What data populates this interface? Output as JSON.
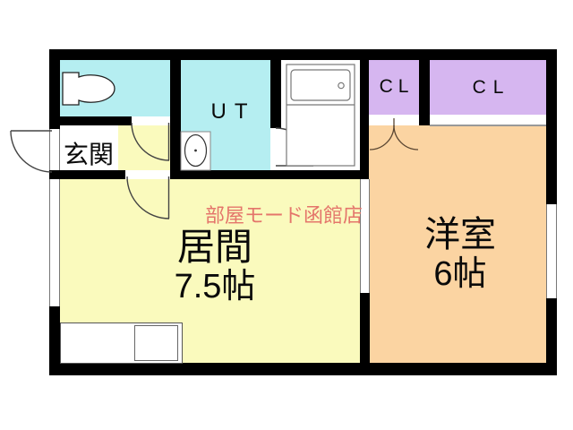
{
  "watermark": {
    "text": "部屋モード函館店"
  },
  "rooms": {
    "entrance": {
      "label": "玄関"
    },
    "utility": {
      "label": "UT"
    },
    "closet_left": {
      "label": "CL"
    },
    "closet_right": {
      "label": "CL"
    },
    "living": {
      "label": "居間",
      "size": "7.5帖"
    },
    "western": {
      "label": "洋室",
      "size": "6帖"
    }
  },
  "fixtures": {
    "toilet": "toilet-fixture",
    "sink": "sink-fixture",
    "bathtub": "bathtub-fixture",
    "kitchen_counter": "kitchen-counter-fixture"
  },
  "colors": {
    "wall": "#000000",
    "cyan": "#b5eef1",
    "yellow": "#fafabd",
    "orange": "#fbd4a2",
    "purple": "#d6b6f0",
    "watermark": "#e4756b",
    "line": "#444444"
  }
}
